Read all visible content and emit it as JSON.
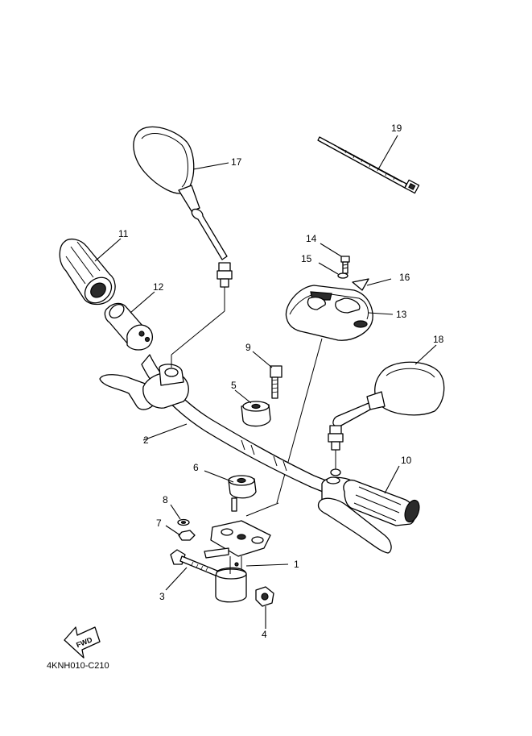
{
  "diagram": {
    "reference_code": "4KNH010-C210",
    "fwd_label": "FWD",
    "callouts": {
      "c1": "1",
      "c2": "2",
      "c3": "3",
      "c4": "4",
      "c5": "5",
      "c6": "6",
      "c7": "7",
      "c8": "8",
      "c9": "9",
      "c10": "10",
      "c11": "11",
      "c12": "12",
      "c13": "13",
      "c14": "14",
      "c15": "15",
      "c16": "16",
      "c17": "17",
      "c18": "18",
      "c19": "19"
    }
  }
}
